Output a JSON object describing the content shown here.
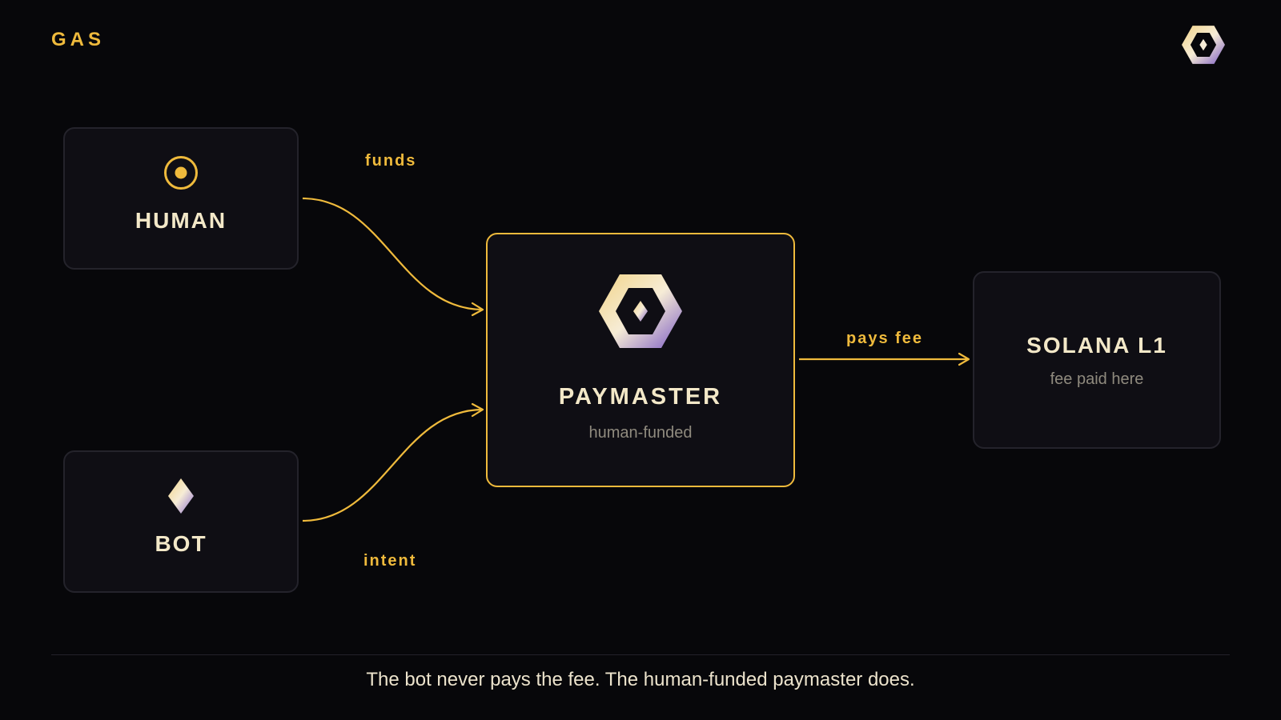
{
  "header": {
    "section_label": "GAS",
    "logo_icon": "hexagon-diamond-logo"
  },
  "nodes": {
    "human": {
      "title": "HUMAN",
      "icon": "target-circle-icon"
    },
    "bot": {
      "title": "BOT",
      "icon": "diamond-icon"
    },
    "paymaster": {
      "title": "PAYMASTER",
      "subtitle": "human-funded",
      "icon": "hexagon-diamond-logo"
    },
    "solana": {
      "title": "SOLANA L1",
      "subtitle": "fee paid here"
    }
  },
  "edges": {
    "human_to_paymaster": "funds",
    "bot_to_paymaster": "intent",
    "paymaster_to_solana": "pays fee"
  },
  "footer": {
    "caption": "The bot never pays the fee. The human-funded paymaster does."
  },
  "colors": {
    "background": "#07070a",
    "accent_gold": "#efba3c",
    "card_fill": "#0f0e14",
    "card_border": "#24232b",
    "text_primary": "#f3e8c8",
    "text_muted": "#8f8a7e",
    "gradient_gold": "#f2d488",
    "gradient_cream": "#f6ecd6",
    "gradient_purple": "#7c5cc4"
  }
}
